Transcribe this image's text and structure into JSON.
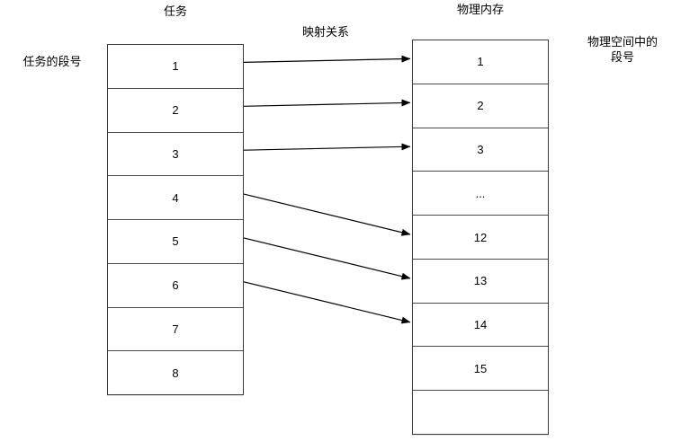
{
  "diagram": {
    "titles": {
      "task": "任务",
      "memory": "物理内存",
      "mapping": "映射关系"
    },
    "side_labels": {
      "task_segment": "任务的段号",
      "physical_segment": "物理空间中的\n段号"
    },
    "task_table": {
      "rows": [
        "1",
        "2",
        "3",
        "4",
        "5",
        "6",
        "7",
        "8"
      ]
    },
    "memory_table": {
      "rows": [
        "1",
        "2",
        "3",
        "...",
        "12",
        "13",
        "14",
        "15",
        ""
      ]
    },
    "mappings": [
      {
        "from": "1",
        "to": "1"
      },
      {
        "from": "2",
        "to": "2"
      },
      {
        "from": "3",
        "to": "3"
      },
      {
        "from": "4",
        "to": "12"
      },
      {
        "from": "5",
        "to": "13"
      },
      {
        "from": "6",
        "to": "14"
      }
    ],
    "colors": {
      "border": "#3a3a3a",
      "grid": "#4a4a4a",
      "arrow": "#000000",
      "background": "#ffffff",
      "text": "#000000"
    }
  }
}
